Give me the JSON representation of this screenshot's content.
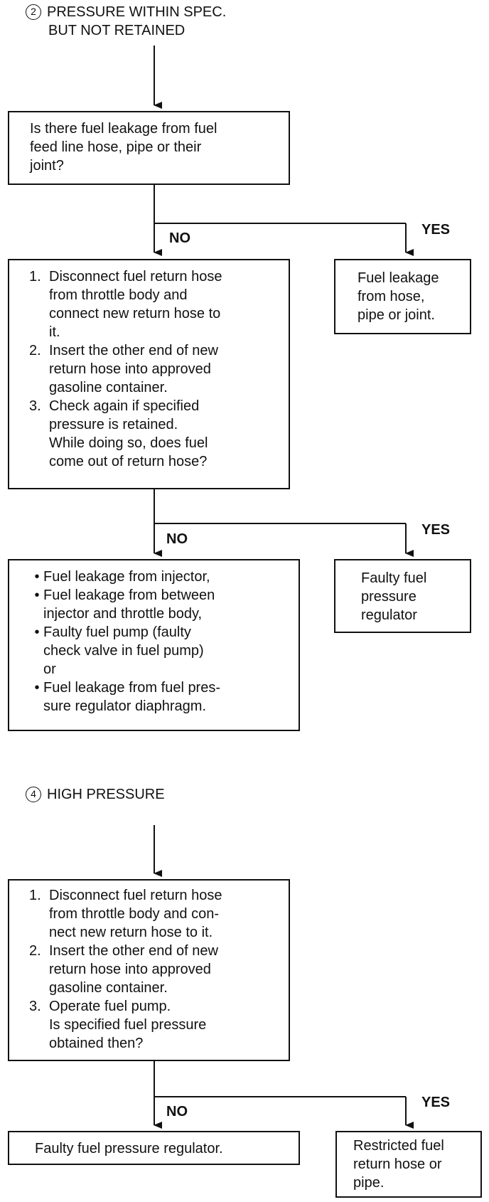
{
  "sections": [
    {
      "number": "2",
      "heading_lines": [
        "PRESSURE WITHIN SPEC.",
        "BUT NOT RETAINED"
      ],
      "question": [
        "Is there fuel leakage from fuel",
        "feed line hose, pipe or their",
        "joint?"
      ],
      "branch1": {
        "no": "NO",
        "yes": "YES",
        "yes_result": [
          "Fuel leakage",
          "from hose,",
          "pipe or joint."
        ]
      },
      "steps": [
        {
          "num": "1.",
          "lines": [
            "Disconnect fuel return hose",
            "from throttle body and",
            "connect new return hose to",
            "it."
          ]
        },
        {
          "num": "2.",
          "lines": [
            "Insert the other end of new",
            "return hose into approved",
            "gasoline container."
          ]
        },
        {
          "num": "3.",
          "lines": [
            "Check again if specified",
            "pressure is retained.",
            "While doing so, does fuel",
            "come out of return hose?"
          ]
        }
      ],
      "branch2": {
        "no": "NO",
        "yes": "YES",
        "yes_result": [
          "Faulty fuel",
          "pressure",
          "regulator"
        ]
      },
      "causes": [
        {
          "lines": [
            "Fuel leakage from injector,"
          ]
        },
        {
          "lines": [
            "Fuel leakage from between",
            "injector and throttle body,"
          ]
        },
        {
          "lines": [
            "Faulty fuel pump (faulty",
            "check valve in fuel pump)"
          ]
        },
        {
          "plain": "or"
        },
        {
          "lines": [
            "Fuel leakage from fuel pres-",
            "sure regulator diaphragm."
          ]
        }
      ]
    },
    {
      "number": "4",
      "heading_lines": [
        "HIGH PRESSURE"
      ],
      "steps": [
        {
          "num": "1.",
          "lines": [
            "Disconnect fuel return hose",
            "from throttle body and con-",
            "nect new return hose to it."
          ]
        },
        {
          "num": "2.",
          "lines": [
            "Insert the other end of new",
            "return hose into approved",
            "gasoline container."
          ]
        },
        {
          "num": "3.",
          "lines": [
            "Operate fuel pump.",
            "Is specified fuel pressure",
            "obtained then?"
          ]
        }
      ],
      "branch": {
        "no": "NO",
        "yes": "YES",
        "no_result": [
          "Faulty fuel pressure regulator."
        ],
        "yes_result": [
          "Restricted fuel",
          "return hose or",
          "pipe."
        ]
      }
    }
  ]
}
